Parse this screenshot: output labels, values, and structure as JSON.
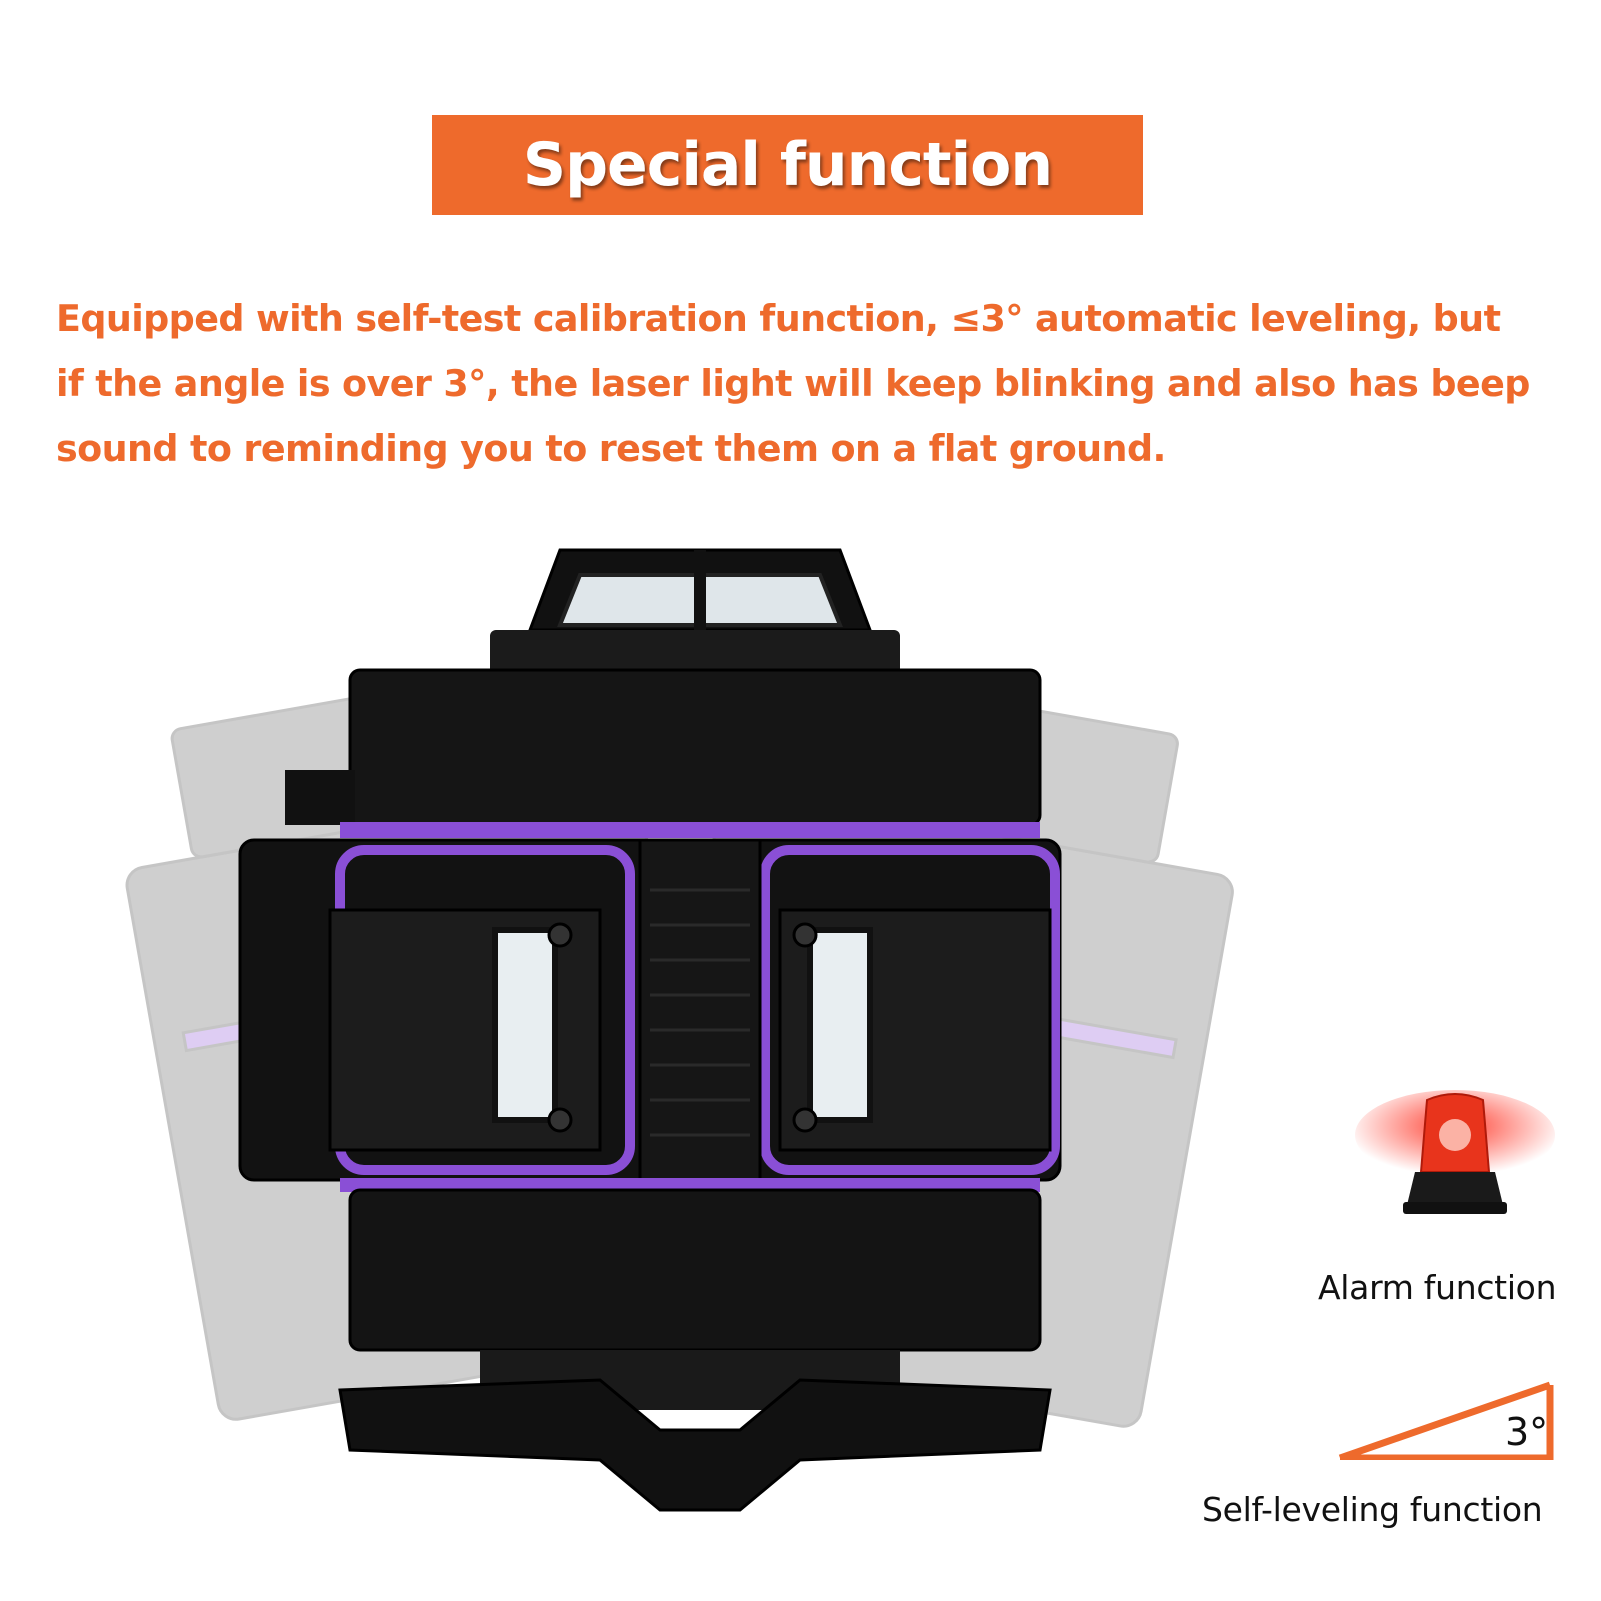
{
  "banner": {
    "title": "Special function"
  },
  "description": {
    "lines": [
      "Equipped with self-test calibration function, ≤3° automatic leveling, but",
      "if the angle is over 3°, the laser light will keep blinking and also has beep",
      "sound to reminding you to reset them on a flat ground."
    ]
  },
  "features": {
    "alarm": {
      "label": "Alarm function",
      "icon": "alarm-beacon-icon"
    },
    "self_leveling": {
      "label": "Self-leveling function",
      "angle_label": "3°",
      "icon": "angle-icon"
    }
  },
  "colors": {
    "accent": "#ee6a2c",
    "laser_accent": "#8a4fd6",
    "text_dark": "#111111"
  }
}
